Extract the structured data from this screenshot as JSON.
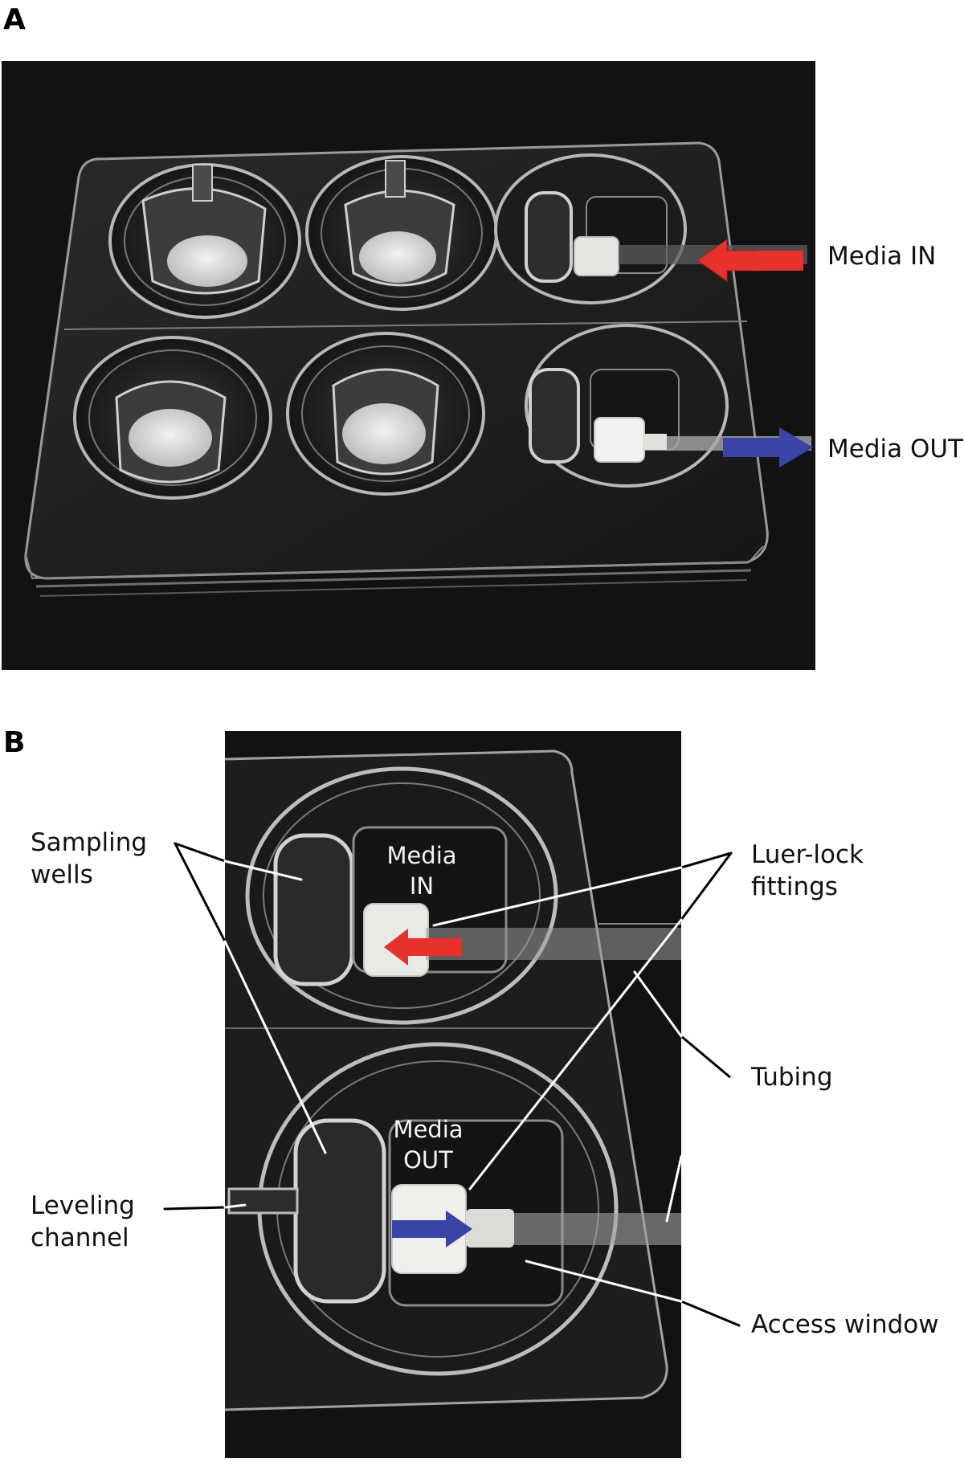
{
  "panel_a": {
    "letter": "A",
    "media_in": "Media IN",
    "media_out": "Media OUT"
  },
  "panel_b": {
    "letter": "B",
    "sampling_wells_1": "Sampling",
    "sampling_wells_2": "wells",
    "luer_lock_1": "Luer-lock",
    "luer_lock_2": "fittings",
    "tubing": "Tubing",
    "leveling_1": "Leveling",
    "leveling_2": "channel",
    "access_window": "Access window",
    "photo_media_in_1": "Media",
    "photo_media_in_2": "IN",
    "photo_media_out_1": "Media",
    "photo_media_out_2": "OUT"
  },
  "colors": {
    "inflow_arrow": "#e8302d",
    "outflow_arrow": "#3a43a6",
    "photo_background": "#121212"
  }
}
